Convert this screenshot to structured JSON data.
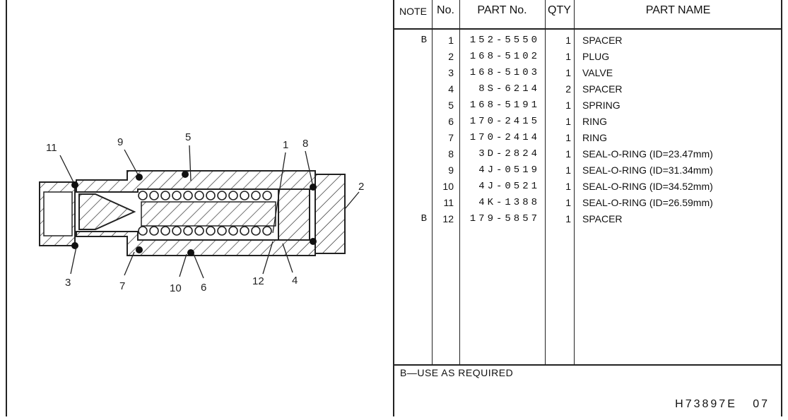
{
  "header": {
    "note": "NOTE",
    "no": "No.",
    "part_no": "PART No.",
    "qty": "QTY",
    "part_name": "PART NAME"
  },
  "rows": [
    {
      "note": "B",
      "no": "1",
      "part_no": "152-5550",
      "qty": "1",
      "name": "SPACER"
    },
    {
      "note": "",
      "no": "2",
      "part_no": "168-5102",
      "qty": "1",
      "name": "PLUG"
    },
    {
      "note": "",
      "no": "3",
      "part_no": "168-5103",
      "qty": "1",
      "name": "VALVE"
    },
    {
      "note": "",
      "no": "4",
      "part_no": "8S-6214",
      "qty": "2",
      "name": "SPACER"
    },
    {
      "note": "",
      "no": "5",
      "part_no": "168-5191",
      "qty": "1",
      "name": "SPRING"
    },
    {
      "note": "",
      "no": "6",
      "part_no": "170-2415",
      "qty": "1",
      "name": "RING"
    },
    {
      "note": "",
      "no": "7",
      "part_no": "170-2414",
      "qty": "1",
      "name": "RING"
    },
    {
      "note": "",
      "no": "8",
      "part_no": "3D-2824",
      "qty": "1",
      "name": "SEAL-O-RING (ID=23.47mm)"
    },
    {
      "note": "",
      "no": "9",
      "part_no": "4J-0519",
      "qty": "1",
      "name": "SEAL-O-RING (ID=31.34mm)"
    },
    {
      "note": "",
      "no": "10",
      "part_no": "4J-0521",
      "qty": "1",
      "name": "SEAL-O-RING (ID=34.52mm)"
    },
    {
      "note": "",
      "no": "11",
      "part_no": "4K-1388",
      "qty": "1",
      "name": "SEAL-O-RING (ID=26.59mm)"
    },
    {
      "note": "B",
      "no": "12",
      "part_no": "179-5857",
      "qty": "1",
      "name": "SPACER"
    }
  ],
  "footnote": "B—USE AS REQUIRED",
  "code": "H73897E",
  "page": "07",
  "callouts": {
    "c1": "1",
    "c2": "2",
    "c3": "3",
    "c4": "4",
    "c5": "5",
    "c6": "6",
    "c7": "7",
    "c8": "8",
    "c9": "9",
    "c10": "10",
    "c11": "11",
    "c12": "12"
  }
}
